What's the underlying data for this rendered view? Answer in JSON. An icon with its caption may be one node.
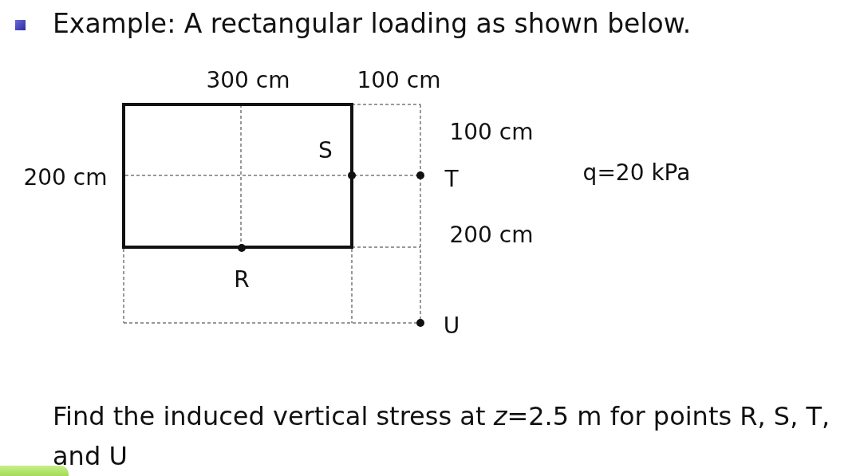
{
  "diagram": {
    "title": "Example: A rectangular loading as shown below.",
    "labels": [
      "300 cm",
      "100 cm",
      "100 cm",
      "S",
      "200 cm",
      "T",
      "q=20 kPa",
      "200 cm",
      "R",
      "U",
      "Find the induced vertical stress at *z*=2.5 m for points R, S, T, and U"
    ]
  }
}
